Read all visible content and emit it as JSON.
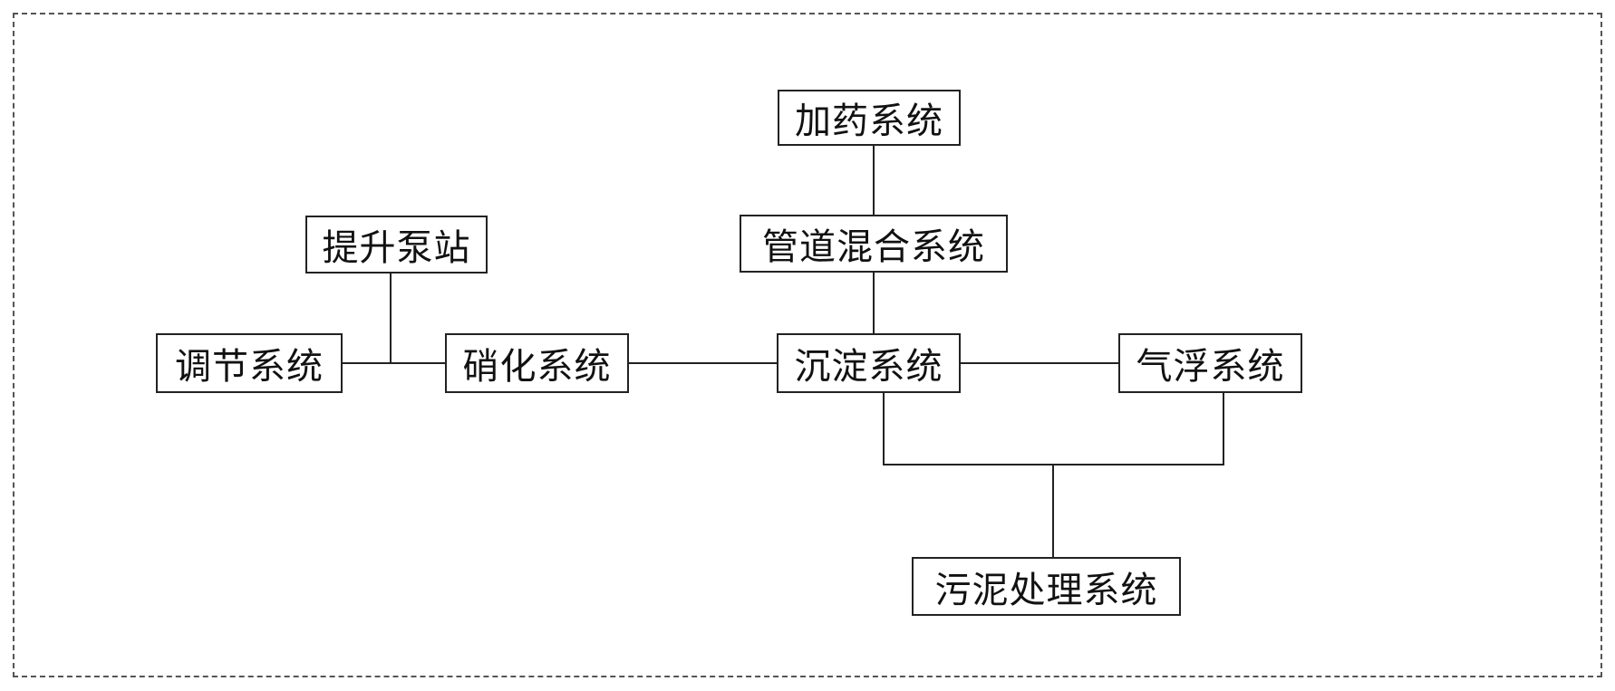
{
  "diagram": {
    "nodes": {
      "dosing": "加药系统",
      "pipe_mixing": "管道混合系统",
      "lift_pump": "提升泵站",
      "regulating": "调节系统",
      "nitrification": "硝化系统",
      "sedimentation": "沉淀系统",
      "air_flotation": "气浮系统",
      "sludge": "污泥处理系统"
    },
    "edges": [
      [
        "dosing",
        "pipe_mixing"
      ],
      [
        "pipe_mixing",
        "sedimentation"
      ],
      [
        "lift_pump",
        "regulating-nitrification-link"
      ],
      [
        "regulating",
        "nitrification"
      ],
      [
        "nitrification",
        "sedimentation"
      ],
      [
        "sedimentation",
        "air_flotation"
      ],
      [
        "sedimentation",
        "sludge"
      ],
      [
        "air_flotation",
        "sludge"
      ]
    ],
    "colors": {
      "line": "#222222",
      "frame": "#555555",
      "background": "#ffffff"
    }
  }
}
